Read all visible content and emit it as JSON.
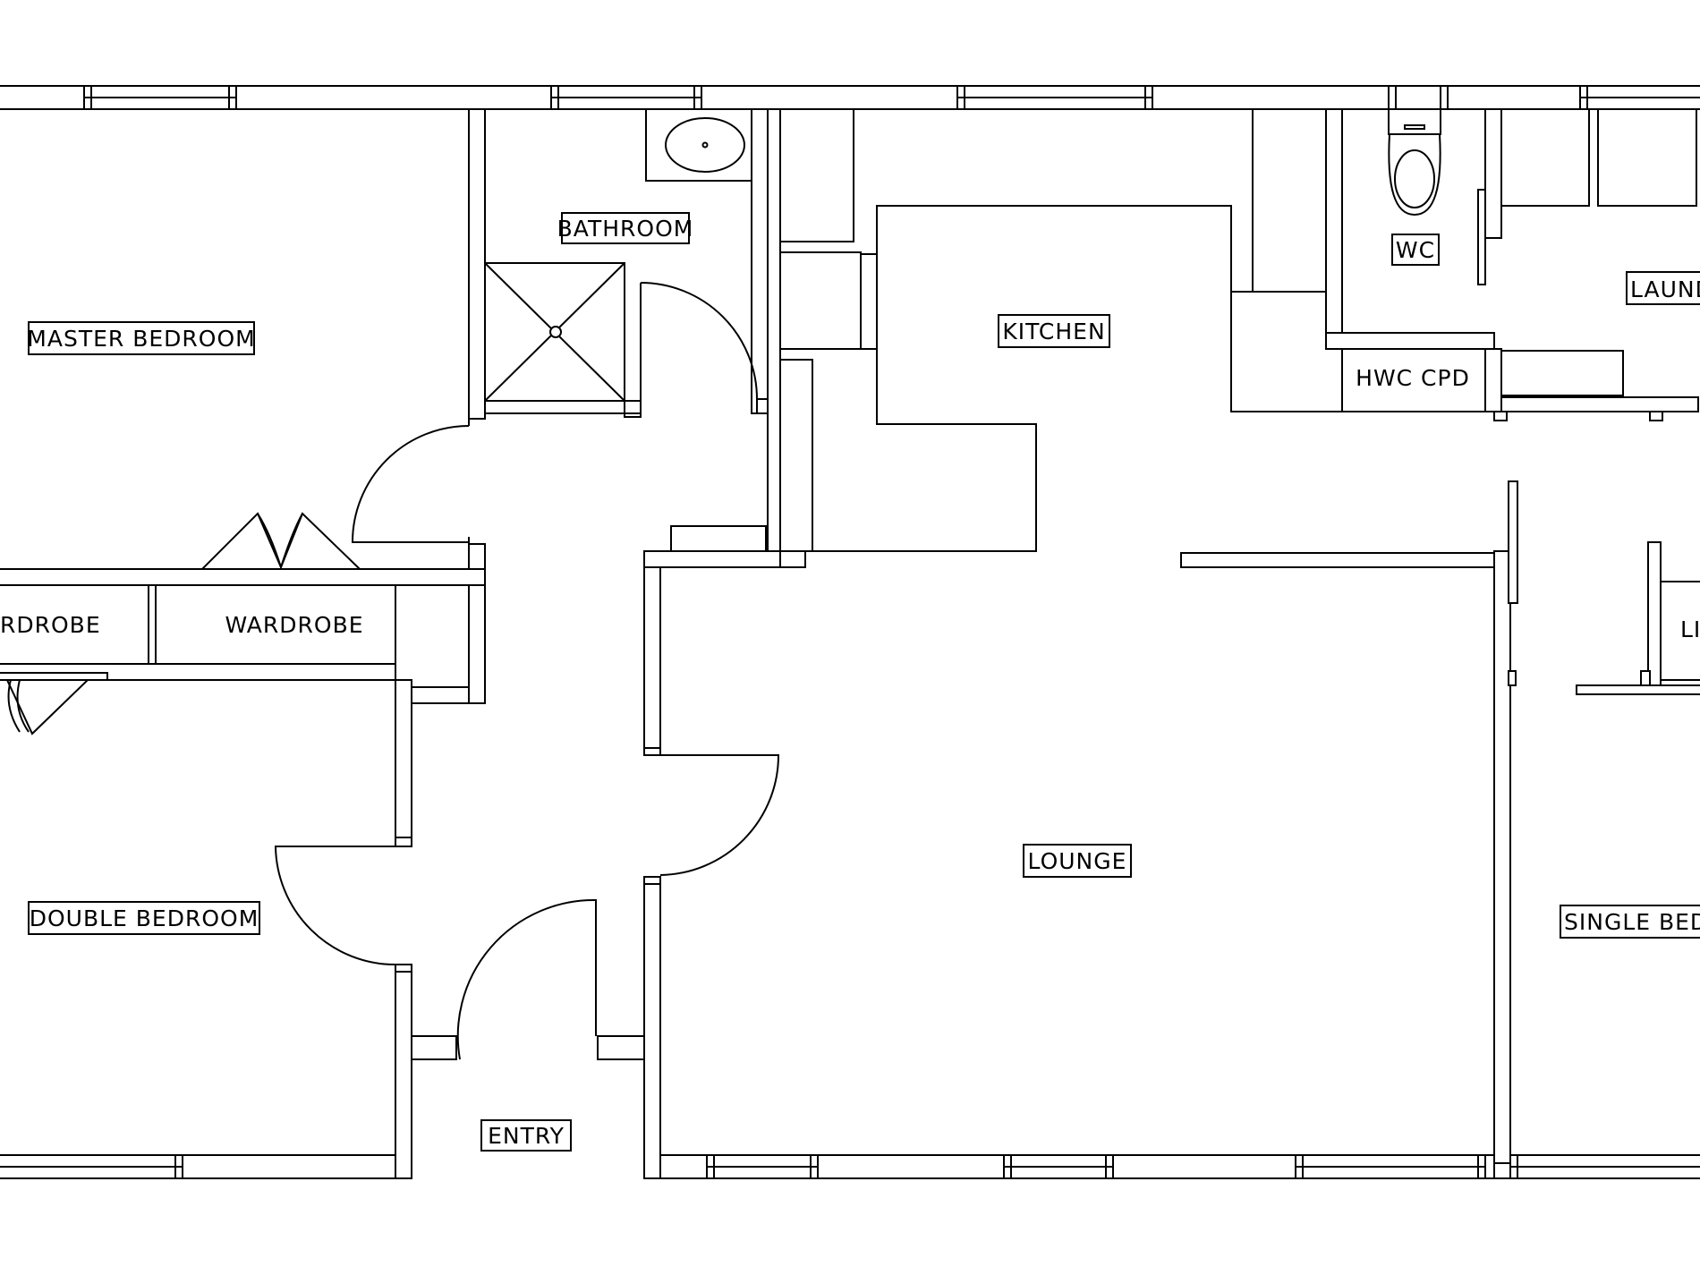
{
  "rooms": {
    "master_bedroom": "MASTER  BEDROOM",
    "bathroom": "BATHROOM",
    "kitchen": "KITCHEN",
    "wc": "WC",
    "laundry": "LAUND",
    "hwc_cpd": "HWC  CPD",
    "wardrobe_left": "RDROBE",
    "wardrobe": "WARDROBE",
    "linen": "LI",
    "lounge": "LOUNGE",
    "double_bedroom": "DOUBLE  BEDROOM",
    "single_bedroom": "SINGLE  BED",
    "entry": "ENTRY"
  }
}
